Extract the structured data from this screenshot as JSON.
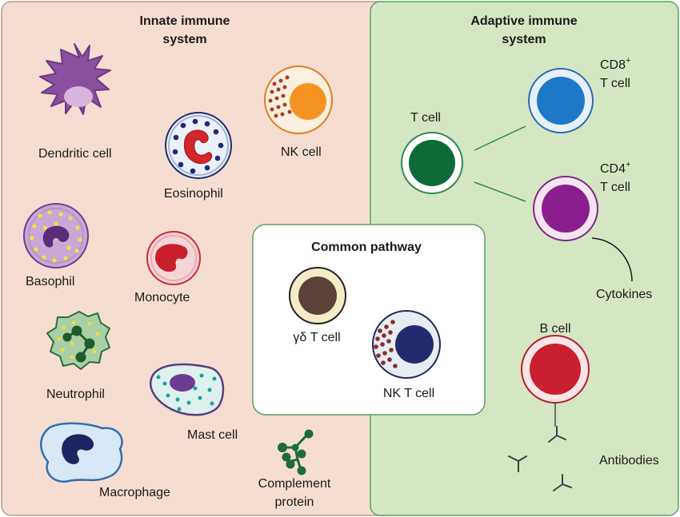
{
  "colors": {
    "innate_bg": "#f5ddd1",
    "adaptive_bg": "#d5e6c2",
    "adaptive_border": "#5aa267",
    "common_bg": "#ffffff"
  },
  "innate": {
    "title_line1": "Innate immune",
    "title_line2": "system",
    "cells": {
      "dendritic": "Dendritic cell",
      "eosinophil": "Eosinophil",
      "nk": "NK cell",
      "basophil": "Basophil",
      "monocyte": "Monocyte",
      "neutrophil": "Neutrophil",
      "mast": "Mast cell",
      "macrophage": "Macrophage",
      "complement_line1": "Complement",
      "complement_line2": "protein"
    }
  },
  "common": {
    "title": "Common pathway",
    "gd_t_cell": "γδ T cell",
    "nk_t_cell": "NK T cell"
  },
  "adaptive": {
    "title_line1": "Adaptive immune",
    "title_line2": "system",
    "t_cell": "T cell",
    "cd8_base": "CD8",
    "cd8_sup": "+",
    "cd8_line2": "T cell",
    "cd4_base": "CD4",
    "cd4_sup": "+",
    "cd4_line2": "T cell",
    "cytokines": "Cytokines",
    "b_cell": "B cell",
    "antibodies": "Antibodies"
  }
}
